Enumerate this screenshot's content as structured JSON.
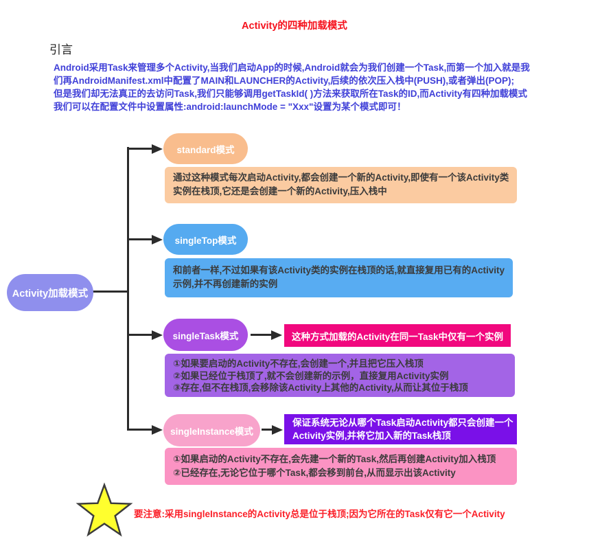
{
  "title": "Activity的四种加载模式",
  "intro": {
    "heading": "引言",
    "lines": [
      "Android采用Task来管理多个Activity,当我们启动App的时候,Android就会为我们创建一个Task,而第一个加入就是我",
      "们再AndroidManifest.xml中配置了MAIN和LAUNCHER的Activity,后续的依次压入栈中(PUSH),或者弹出(POP);",
      "但是我们却无法真正的去访问Task,我们只能够调用getTaskId( )方法来获取所在Task的ID,而Activity有四种加载模式",
      "我们可以在配置文件中设置属性:android:launchMode = \"Xxx\"设置为某个模式即可！"
    ]
  },
  "root": {
    "label": "Activity加载模式",
    "color": "#8f8fed"
  },
  "branches": {
    "standard": {
      "label": "standard模式",
      "node_color": "#f9bd8d",
      "desc_color": "#fbcba1",
      "desc_lines": [
        "通过这种模式每次启动Activity,都会创建一个新的Activity,即使有一个该Activity类",
        "实例在栈顶,它还是会创建一个新的Activity,压入栈中"
      ]
    },
    "single_top": {
      "label": "singleTop模式",
      "node_color": "#55aaf0",
      "desc_color": "#58acf2",
      "desc_lines": [
        "和前者一样,不过如果有该Activity类的实例在栈顶的话,就直接复用已有的Activity",
        "示例,并不再创建新的实例"
      ]
    },
    "single_task": {
      "label": "singleTask模式",
      "node_color": "#aa4fe3",
      "highlight": "这种方式加载的Activity在同一Task中仅有一个实例",
      "highlight_color": "#f1087e",
      "desc_color": "#a364e6",
      "desc_lines": [
        "①如果要启动的Activity不存在,会创建一个,并且把它压入栈顶",
        "②如果已经位于栈顶了,就不会创建新的示例，直接复用Activity实例",
        "③存在,但不在栈顶,会移除该Activity上其他的Activity,从而让其位于栈顶"
      ]
    },
    "single_instance": {
      "label": "singleInstance模式",
      "node_color": "#f8a3cb",
      "highlight_lines": [
        "保证系统无论从哪个Task启动Activity都只会创建一个",
        "Activity实例,并将它加入新的Task栈顶"
      ],
      "highlight_color": "#7a10e8",
      "desc_color": "#fb93c3",
      "desc_lines": [
        "①如果启动的Activity不存在,会先建一个新的Task,然后再创建Activity加入栈顶",
        "②已经存在,无论它位于哪个Task,都会移到前台,从而显示出该Activity"
      ]
    }
  },
  "note": "要注意:采用singleInstance的Activity总是位于栈顶;因为它所在的Task仅有它一个Activity",
  "colors": {
    "title_red": "#f5121d",
    "intro_blue": "#4040d8",
    "connector_black": "#2b2b2b",
    "note_red": "#fb1f28",
    "star_yellow": "#ffff2e"
  }
}
